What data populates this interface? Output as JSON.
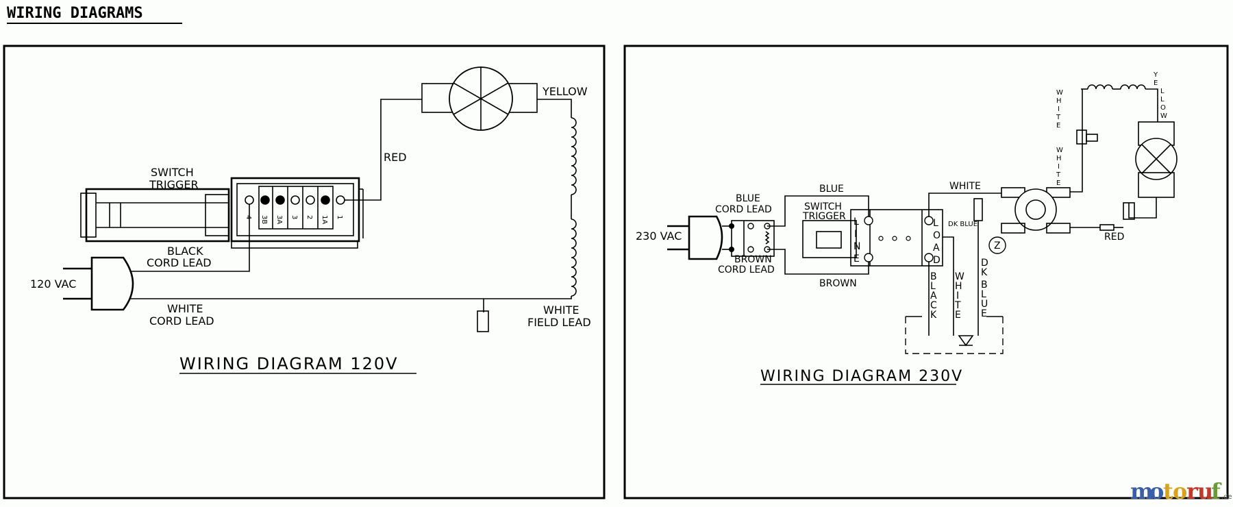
{
  "page": {
    "title": "WIRING DIAGRAMS"
  },
  "diagram_120v": {
    "caption": "WIRING DIAGRAM 120V",
    "labels": {
      "yellow": "YELLOW",
      "red": "RED",
      "switch": "SWITCH",
      "trigger": "TRIGGER",
      "black": "BLACK",
      "cord_lead": "CORD LEAD",
      "vac": "120 VAC",
      "white": "WHITE",
      "white_cord_lead": "CORD LEAD",
      "white_field": "WHITE",
      "field_lead": "FIELD LEAD"
    },
    "terminals": [
      "4",
      "3B",
      "3A",
      "3",
      "2",
      "1A",
      "1"
    ]
  },
  "diagram_230v": {
    "caption": "WIRING DIAGRAM 230V",
    "labels": {
      "vac": "230 VAC",
      "blue_top": "BLUE",
      "blue": "BLUE",
      "cord_lead_top": "CORD LEAD",
      "brown": "BROWN",
      "cord_lead_bottom": "CORD LEAD",
      "switch": "SWITCH",
      "trigger": "TRIGGER",
      "brown_bottom": "BROWN",
      "white_top": "WHITE",
      "dk_blue_small": "DK BLUE",
      "red": "RED",
      "z": "Z",
      "line": [
        "L",
        "I",
        "N",
        "E"
      ],
      "load": [
        "L",
        "O",
        "A",
        "D"
      ],
      "black_v": [
        "B",
        "L",
        "A",
        "C",
        "K"
      ],
      "white_v": [
        "W",
        "H",
        "I",
        "T",
        "E"
      ],
      "dkblue_v": [
        "D",
        "K",
        "B",
        "L",
        "U",
        "E"
      ],
      "white_v2": [
        "W",
        "H",
        "I",
        "T",
        "E"
      ],
      "white_v3": [
        "W",
        "H",
        "I",
        "T",
        "E"
      ],
      "yellow_v": [
        "Y",
        "E",
        "L",
        "L",
        "O",
        "W"
      ]
    }
  },
  "watermark": {
    "brand": [
      "m",
      "o",
      "t",
      "o",
      "r",
      "u",
      "f"
    ],
    "colors": [
      "#3a5fa8",
      "#3a5fa8",
      "#d9a21c",
      "#d9a21c",
      "#c0392b",
      "#c0392b",
      "#6a9a3a"
    ],
    "suffix": ".de"
  }
}
